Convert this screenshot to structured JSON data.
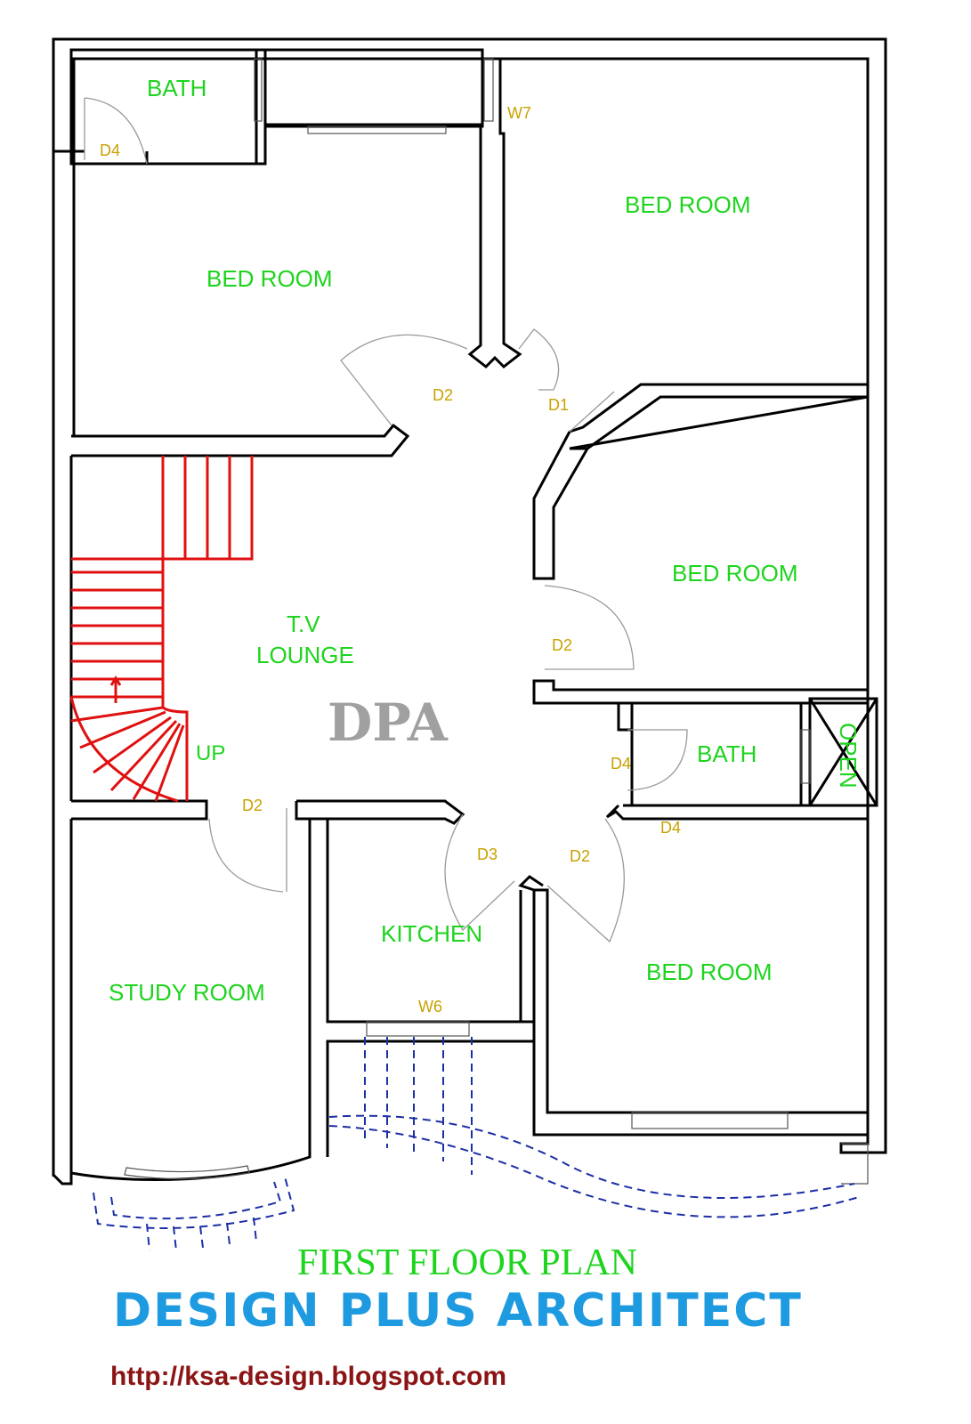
{
  "rooms": {
    "bath_top": "BATH",
    "bed_room_top_left": "BED ROOM",
    "bed_room_top_right": "BED ROOM",
    "bed_room_mid_right": "BED ROOM",
    "tv_lounge_line1": "T.V",
    "tv_lounge_line2": "LOUNGE",
    "bath_right": "BATH",
    "open": "OPEN",
    "up": "UP",
    "study_room": "STUDY ROOM",
    "kitchen": "KITCHEN",
    "bed_room_bottom_right": "BED ROOM"
  },
  "tags": {
    "d4_top": "D4",
    "w7": "W7",
    "d2_top": "D2",
    "d1": "D1",
    "d2_mid": "D2",
    "d4_bath": "D4",
    "d4_bed": "D4",
    "d2_study": "D2",
    "d3": "D3",
    "d2_bottom": "D2",
    "w6": "W6"
  },
  "watermark": "DPA",
  "footer": {
    "plan_title": "FIRST FLOOR PLAN",
    "brand": "DESIGN PLUS ARCHITECT",
    "url": "http://ksa-design.blogspot.com"
  },
  "colors": {
    "room_label": "#1ed41e",
    "door_tag": "#c8a100",
    "stair": "#e01010",
    "dashed_outline": "#1c2fa6",
    "brand": "#1e9ae0",
    "url": "#8b1414",
    "watermark": "#a0a0a0"
  }
}
